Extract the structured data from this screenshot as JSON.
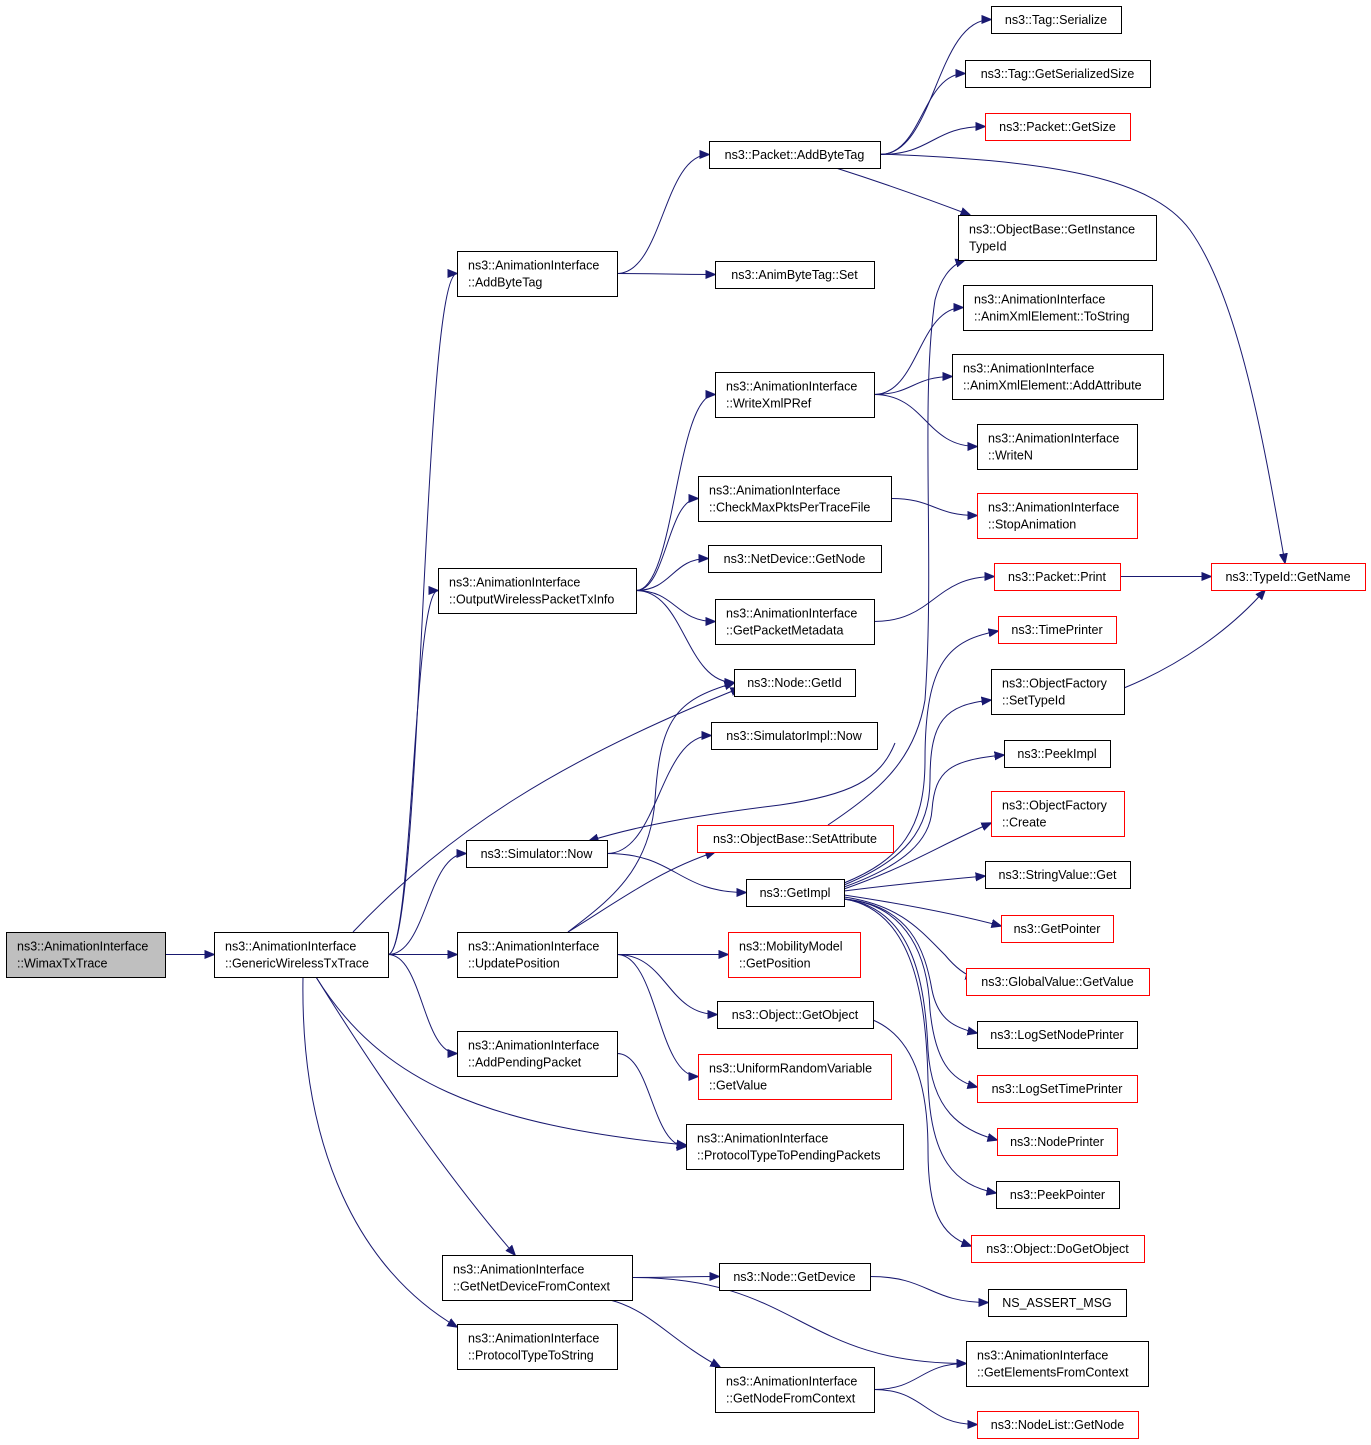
{
  "diagram": {
    "type": "call-graph",
    "colors": {
      "edge": "#191970",
      "node_border": "#000000",
      "node_border_incomplete": "#ff0000",
      "root_fill": "#bfbfbf",
      "node_fill": "#ffffff"
    },
    "nodes": [
      {
        "id": "wimax",
        "lines": [
          "ns3::AnimationInterface",
          "::WimaxTxTrace"
        ],
        "root": true
      },
      {
        "id": "generic",
        "lines": [
          "ns3::AnimationInterface",
          "::GenericWirelessTxTrace"
        ]
      },
      {
        "id": "addbytetag_ai",
        "lines": [
          "ns3::AnimationInterface",
          "::AddByteTag"
        ]
      },
      {
        "id": "outputwireless",
        "lines": [
          "ns3::AnimationInterface",
          "::OutputWirelessPacketTxInfo"
        ]
      },
      {
        "id": "simnow",
        "lines": [
          "ns3::Simulator::Now"
        ]
      },
      {
        "id": "updatepos",
        "lines": [
          "ns3::AnimationInterface",
          "::UpdatePosition"
        ]
      },
      {
        "id": "addpending",
        "lines": [
          "ns3::AnimationInterface",
          "::AddPendingPacket"
        ]
      },
      {
        "id": "getnetdev",
        "lines": [
          "ns3::AnimationInterface",
          "::GetNetDeviceFromContext"
        ]
      },
      {
        "id": "prototostr",
        "lines": [
          "ns3::AnimationInterface",
          "::ProtocolTypeToString"
        ]
      },
      {
        "id": "pkt_addbytetag",
        "lines": [
          "ns3::Packet::AddByteTag"
        ]
      },
      {
        "id": "animbytetag_set",
        "lines": [
          "ns3::AnimByteTag::Set"
        ]
      },
      {
        "id": "writexmlpref",
        "lines": [
          "ns3::AnimationInterface",
          "::WriteXmlPRef"
        ]
      },
      {
        "id": "checkmax",
        "lines": [
          "ns3::AnimationInterface",
          "::CheckMaxPktsPerTraceFile"
        ]
      },
      {
        "id": "netdev_getnode",
        "lines": [
          "ns3::NetDevice::GetNode"
        ]
      },
      {
        "id": "getpktmeta",
        "lines": [
          "ns3::AnimationInterface",
          "::GetPacketMetadata"
        ]
      },
      {
        "id": "node_getid",
        "lines": [
          "ns3::Node::GetId"
        ]
      },
      {
        "id": "simimpl_now",
        "lines": [
          "ns3::SimulatorImpl::Now"
        ]
      },
      {
        "id": "objbase_setattr",
        "lines": [
          "ns3::ObjectBase::SetAttribute"
        ],
        "incomplete": true
      },
      {
        "id": "getimpl",
        "lines": [
          "ns3::GetImpl"
        ]
      },
      {
        "id": "mobility_getpos",
        "lines": [
          "ns3::MobilityModel",
          "::GetPosition"
        ],
        "incomplete": true
      },
      {
        "id": "object_getobject",
        "lines": [
          "ns3::Object::GetObject"
        ]
      },
      {
        "id": "urv_getvalue",
        "lines": [
          "ns3::UniformRandomVariable",
          "::GetValue"
        ],
        "incomplete": true
      },
      {
        "id": "prototopending",
        "lines": [
          "ns3::AnimationInterface",
          "::ProtocolTypeToPendingPackets"
        ]
      },
      {
        "id": "node_getdevice",
        "lines": [
          "ns3::Node::GetDevice"
        ]
      },
      {
        "id": "getnodefromctx",
        "lines": [
          "ns3::AnimationInterface",
          "::GetNodeFromContext"
        ]
      },
      {
        "id": "tag_serialize",
        "lines": [
          "ns3::Tag::Serialize"
        ]
      },
      {
        "id": "tag_getsersize",
        "lines": [
          "ns3::Tag::GetSerializedSize"
        ]
      },
      {
        "id": "pkt_getsize",
        "lines": [
          "ns3::Packet::GetSize"
        ],
        "incomplete": true
      },
      {
        "id": "objbase_getinst",
        "lines": [
          "ns3::ObjectBase::GetInstance",
          "TypeId"
        ]
      },
      {
        "id": "animxml_tostring",
        "lines": [
          "ns3::AnimationInterface",
          "::AnimXmlElement::ToString"
        ]
      },
      {
        "id": "animxml_addattr",
        "lines": [
          "ns3::AnimationInterface",
          "::AnimXmlElement::AddAttribute"
        ]
      },
      {
        "id": "writen",
        "lines": [
          "ns3::AnimationInterface",
          "::WriteN"
        ]
      },
      {
        "id": "stopanim",
        "lines": [
          "ns3::AnimationInterface",
          "::StopAnimation"
        ],
        "incomplete": true
      },
      {
        "id": "pkt_print",
        "lines": [
          "ns3::Packet::Print"
        ],
        "incomplete": true
      },
      {
        "id": "typeid_getname",
        "lines": [
          "ns3::TypeId::GetName"
        ],
        "incomplete": true
      },
      {
        "id": "timeprinter",
        "lines": [
          "ns3::TimePrinter"
        ],
        "incomplete": true
      },
      {
        "id": "objfactory_settypeid",
        "lines": [
          "ns3::ObjectFactory",
          "::SetTypeId"
        ]
      },
      {
        "id": "peekimpl",
        "lines": [
          "ns3::PeekImpl"
        ]
      },
      {
        "id": "objfactory_create",
        "lines": [
          "ns3::ObjectFactory",
          "::Create"
        ],
        "incomplete": true
      },
      {
        "id": "stringvalue_get",
        "lines": [
          "ns3::StringValue::Get"
        ]
      },
      {
        "id": "getpointer",
        "lines": [
          "ns3::GetPointer"
        ],
        "incomplete": true
      },
      {
        "id": "globalvalue_getvalue",
        "lines": [
          "ns3::GlobalValue::GetValue"
        ],
        "incomplete": true
      },
      {
        "id": "logsetnodeprinter",
        "lines": [
          "ns3::LogSetNodePrinter"
        ]
      },
      {
        "id": "logsettimeprinter",
        "lines": [
          "ns3::LogSetTimePrinter"
        ],
        "incomplete": true
      },
      {
        "id": "nodeprinter",
        "lines": [
          "ns3::NodePrinter"
        ],
        "incomplete": true
      },
      {
        "id": "peekpointer",
        "lines": [
          "ns3::PeekPointer"
        ]
      },
      {
        "id": "object_dogetobject",
        "lines": [
          "ns3::Object::DoGetObject"
        ],
        "incomplete": true
      },
      {
        "id": "ns_assert_msg",
        "lines": [
          "NS_ASSERT_MSG"
        ]
      },
      {
        "id": "getelemfromctx",
        "lines": [
          "ns3::AnimationInterface",
          "::GetElementsFromContext"
        ]
      },
      {
        "id": "nodelist_getnode",
        "lines": [
          "ns3::NodeList::GetNode"
        ],
        "incomplete": true
      }
    ],
    "edges": [
      [
        "wimax",
        "generic"
      ],
      [
        "generic",
        "addbytetag_ai"
      ],
      [
        "generic",
        "outputwireless"
      ],
      [
        "generic",
        "node_getid"
      ],
      [
        "generic",
        "simnow"
      ],
      [
        "generic",
        "updatepos"
      ],
      [
        "generic",
        "addpending"
      ],
      [
        "generic",
        "prototopending"
      ],
      [
        "generic",
        "getnetdev"
      ],
      [
        "generic",
        "prototostr"
      ],
      [
        "addbytetag_ai",
        "pkt_addbytetag"
      ],
      [
        "addbytetag_ai",
        "animbytetag_set"
      ],
      [
        "pkt_addbytetag",
        "tag_serialize"
      ],
      [
        "pkt_addbytetag",
        "tag_getsersize"
      ],
      [
        "pkt_addbytetag",
        "pkt_getsize"
      ],
      [
        "pkt_addbytetag",
        "objbase_getinst"
      ],
      [
        "pkt_addbytetag",
        "typeid_getname"
      ],
      [
        "outputwireless",
        "writexmlpref"
      ],
      [
        "outputwireless",
        "checkmax"
      ],
      [
        "outputwireless",
        "netdev_getnode"
      ],
      [
        "outputwireless",
        "getpktmeta"
      ],
      [
        "outputwireless",
        "node_getid"
      ],
      [
        "writexmlpref",
        "animxml_tostring"
      ],
      [
        "writexmlpref",
        "animxml_addattr"
      ],
      [
        "writexmlpref",
        "writen"
      ],
      [
        "checkmax",
        "stopanim"
      ],
      [
        "getpktmeta",
        "pkt_print"
      ],
      [
        "pkt_print",
        "typeid_getname"
      ],
      [
        "objfactory_settypeid",
        "typeid_getname"
      ],
      [
        "simnow",
        "simimpl_now"
      ],
      [
        "simnow",
        "getimpl"
      ],
      [
        "objbase_setattr",
        "objbase_getinst"
      ],
      [
        "objbase_setattr",
        "simnow"
      ],
      [
        "updatepos",
        "objbase_setattr"
      ],
      [
        "updatepos",
        "node_getid"
      ],
      [
        "updatepos",
        "mobility_getpos"
      ],
      [
        "updatepos",
        "object_getobject"
      ],
      [
        "updatepos",
        "urv_getvalue"
      ],
      [
        "addpending",
        "prototopending"
      ],
      [
        "getimpl",
        "timeprinter"
      ],
      [
        "getimpl",
        "objfactory_settypeid"
      ],
      [
        "getimpl",
        "peekimpl"
      ],
      [
        "getimpl",
        "objfactory_create"
      ],
      [
        "getimpl",
        "stringvalue_get"
      ],
      [
        "getimpl",
        "getpointer"
      ],
      [
        "getimpl",
        "globalvalue_getvalue"
      ],
      [
        "getimpl",
        "logsetnodeprinter"
      ],
      [
        "getimpl",
        "logsettimeprinter"
      ],
      [
        "getimpl",
        "nodeprinter"
      ],
      [
        "getimpl",
        "peekpointer"
      ],
      [
        "object_getobject",
        "object_dogetobject"
      ],
      [
        "getnetdev",
        "node_getdevice"
      ],
      [
        "getnetdev",
        "getelemfromctx"
      ],
      [
        "getnetdev",
        "getnodefromctx"
      ],
      [
        "node_getdevice",
        "ns_assert_msg"
      ],
      [
        "getnodefromctx",
        "getelemfromctx"
      ],
      [
        "getnodefromctx",
        "nodelist_getnode"
      ]
    ]
  }
}
